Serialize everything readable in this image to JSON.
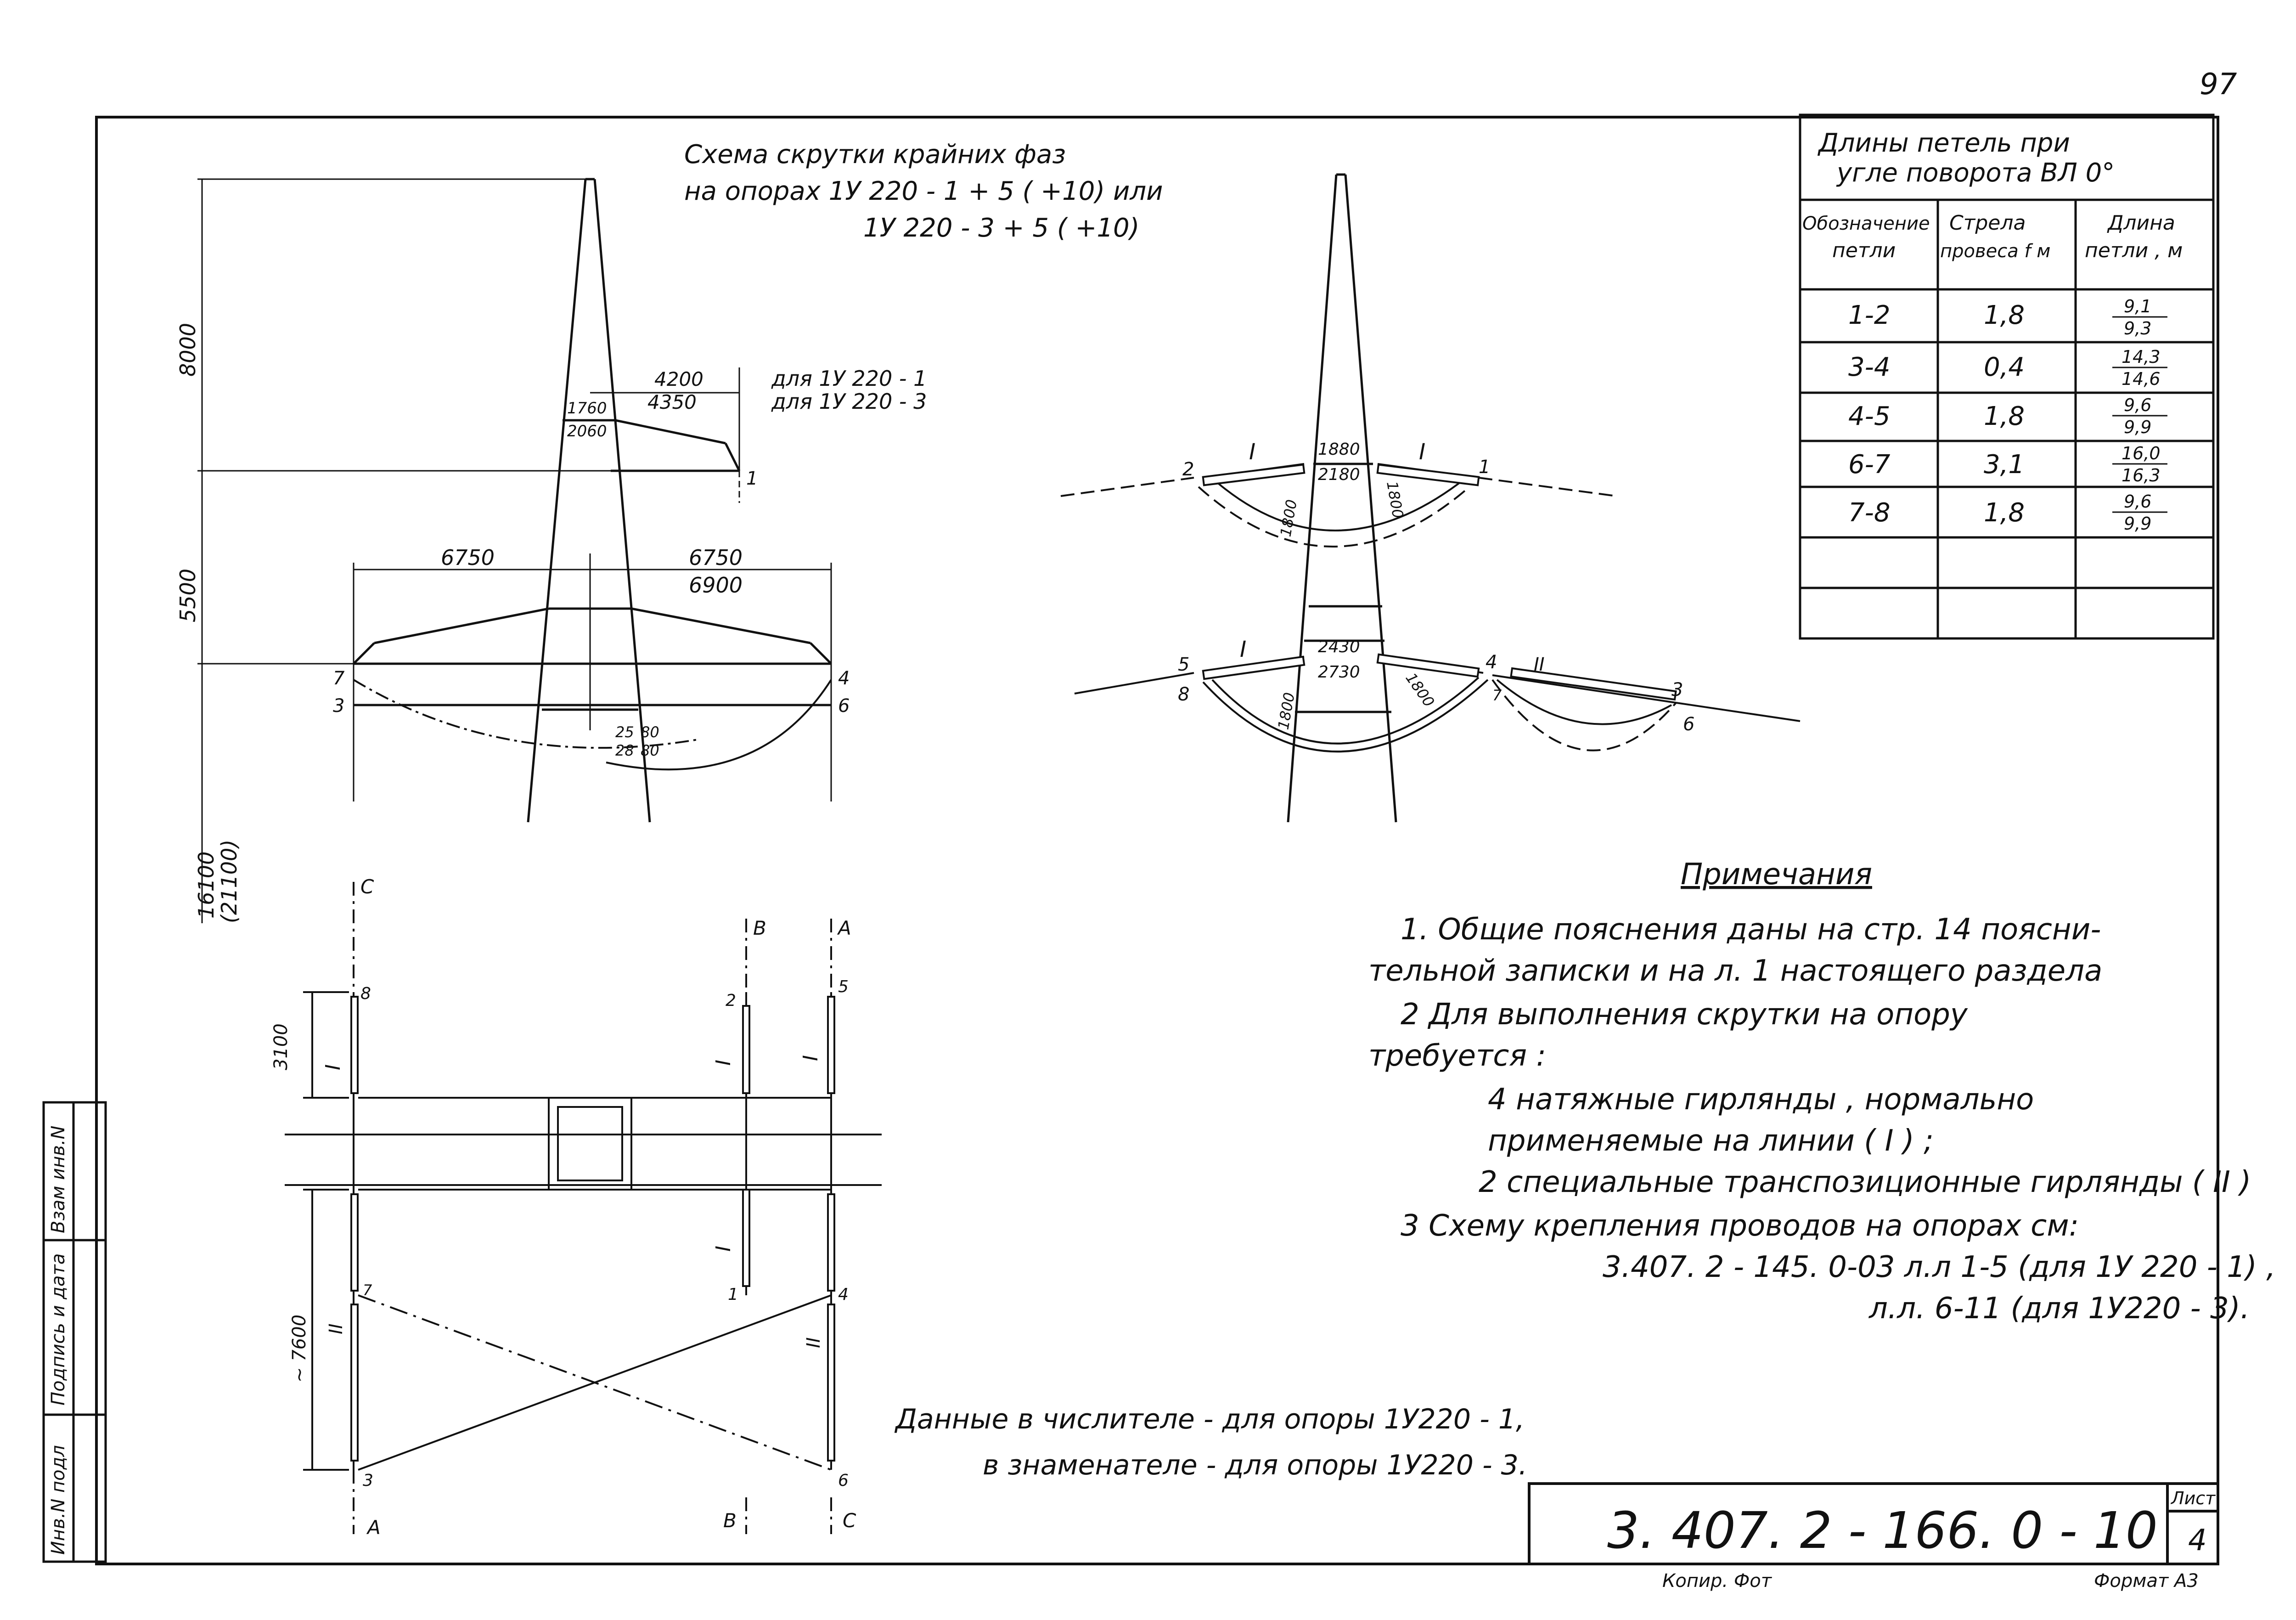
{
  "page_number": "97",
  "scheme_title": {
    "line1": "Схема скрутки крайних фаз",
    "line2": "на опорах 1У 220 - 1 + 5 ( +10) или",
    "line3": "1У 220 - 3 + 5 ( +10)"
  },
  "left_tower": {
    "dim_top": "8000",
    "dim_middle": "5500",
    "dim_bottom": "16100",
    "dim_bottom_alt": "(21100)",
    "width_upper_1": "1760",
    "width_upper_2": "2060",
    "arm_top_1": "4200",
    "arm_top_2": "4350",
    "note_top_1": "для 1У 220 - 1",
    "note_top_2": "для 1У 220 - 3",
    "arm_left": "6750",
    "arm_right_1": "6750",
    "arm_right_2": "6900",
    "base_1a": "25",
    "base_1b": "80",
    "base_2a": "28",
    "base_2b": "80",
    "p_top": "1",
    "p_7": "7",
    "p_3": "3",
    "p_4": "4",
    "p_6": "6"
  },
  "right_tower": {
    "upper_1": "1880",
    "upper_2": "2180",
    "lower_1": "2430",
    "lower_2": "2730",
    "d1": "1800",
    "d2": "1800",
    "d3": "1800",
    "d4": "1800",
    "p_1": "1",
    "p_2": "2",
    "p_3": "3",
    "p_4": "4",
    "p_5": "5",
    "p_6": "6",
    "p_7": "7",
    "p_8": "8",
    "g_I_a": "I",
    "g_I_b": "I",
    "g_I_c": "I",
    "g_II": "II"
  },
  "plan": {
    "phase_c_top": "C",
    "phase_b_top": "B",
    "phase_a_top": "A",
    "phase_a_bottom": "A",
    "phase_b_bottom": "B",
    "phase_c_bottom": "C",
    "dim_3100": "3100",
    "dim_7600": "~ 7600",
    "p_8": "8",
    "p_2": "2",
    "p_5": "5",
    "p_7": "7",
    "p_1": "1",
    "p_4": "4",
    "p_3": "3",
    "p_6": "6",
    "g_1": "I",
    "g_2": "I",
    "g_3": "I",
    "g_4": "I",
    "g_5": "II",
    "g_6": "II"
  },
  "footnote": {
    "line1": "Данные в числителе - для опоры 1У220 - 1,",
    "line2": "в знаменателе - для опоры 1У220 - 3."
  },
  "loops_table": {
    "title_line1": "Длины петель при",
    "title_line2": "угле поворота ВЛ 0°",
    "headers": {
      "col1_line1": "Обозначение",
      "col1_line2": "петли",
      "col2_line1": "Стрела",
      "col2_line2": "провеса f м",
      "col3_line1": "Длина",
      "col3_line2": "петли , м"
    },
    "rows": [
      {
        "loop": "1-2",
        "sag": "1,8",
        "num": "9,1",
        "den": "9,3"
      },
      {
        "loop": "3-4",
        "sag": "0,4",
        "num": "14,3",
        "den": "14,6"
      },
      {
        "loop": "4-5",
        "sag": "1,8",
        "num": "9,6",
        "den": "9,9"
      },
      {
        "loop": "6-7",
        "sag": "3,1",
        "num": "16,0",
        "den": "16,3"
      },
      {
        "loop": "7-8",
        "sag": "1,8",
        "num": "9,6",
        "den": "9,9"
      }
    ]
  },
  "notes": {
    "title": "Примечания",
    "line1": "1. Общие пояснения даны на стр. 14 поясни-",
    "line2": "тельной записки и на л. 1 настоящего раздела",
    "line3": "2 Для выполнения скрутки на опору",
    "line4": "требуется :",
    "line5": "4 натяжные гирлянды , нормально",
    "line6": "применяемые на линии ( I ) ;",
    "line7": "2 специальные транспозиционные гирлянды ( II )",
    "line8": "3 Схему крепления проводов на опорах см:",
    "line9": "3.407. 2 - 145. 0-03 л.л 1-5 (для 1У 220 - 1) ,",
    "line10": "л.л. 6-11 (для 1У220 - 3)."
  },
  "title_block": {
    "doc_number": "3. 407. 2 - 166. 0 - 10",
    "sheet_label": "Лист",
    "sheet_number": "4",
    "copied": "Копир. Фот",
    "format": "Формат А3"
  },
  "side_stamp": {
    "inv_orig": "Инв.N подл",
    "sign_date": "Подпись и дата",
    "inv_replace": "Взам инв.N"
  }
}
